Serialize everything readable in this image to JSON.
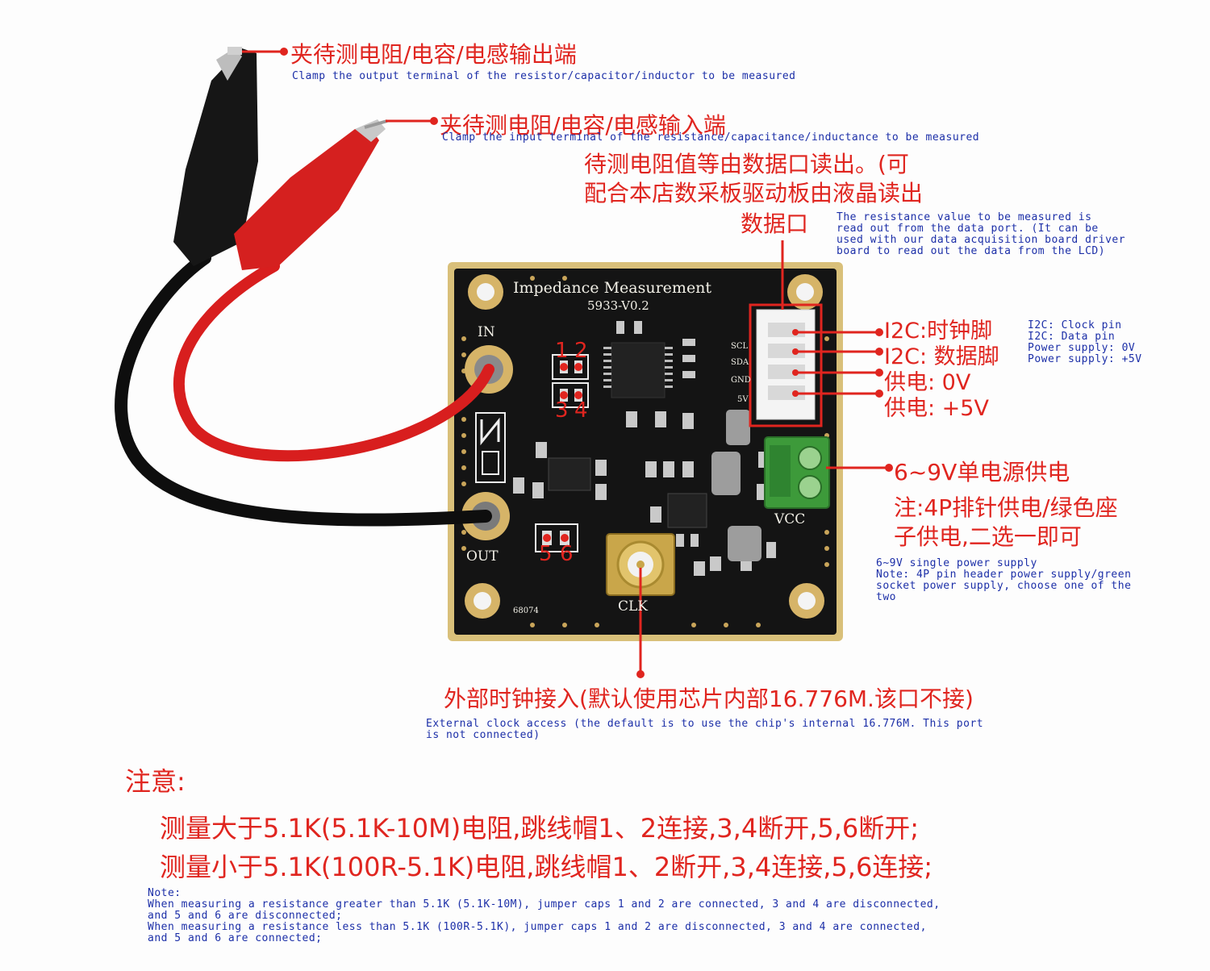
{
  "labels": {
    "clamp_output_zh": "夹待测电阻/电容/电感输出端",
    "clamp_output_en": "Clamp the output terminal of the resistor/capacitor/inductor to be measured",
    "clamp_input_zh": "夹待测电阻/电容/电感输入端",
    "clamp_input_en": "Clamp the input terminal of the resistance/capacitance/inductance to be measured",
    "data_port_zh_1": "待测电阻值等由数据口读出。(可",
    "data_port_zh_2": "配合本店数采板驱动板由液晶读出",
    "data_port_zh_3": "数据口",
    "data_port_en": "The resistance value to be measured is\nread out from the data port. (It can be\nused with our data acquisition board driver\nboard to read out the data from the LCD)",
    "i2c_clock_zh": "I2C:时钟脚",
    "i2c_data_zh": "I2C: 数据脚",
    "power_0v_zh": "供电: 0V",
    "power_5v_zh": "供电: +5V",
    "pins_en": "I2C: Clock pin\nI2C: Data pin\nPower supply: 0V\nPower supply: +5V",
    "supply_zh": "6~9V单电源供电",
    "supply_note_zh_1": "注:4P排针供电/绿色座",
    "supply_note_zh_2": "子供电,二选一即可",
    "supply_en": "6~9V single power supply\nNote: 4P pin header power supply/green\nsocket power supply, choose one of the\ntwo",
    "clock_zh": "外部时钟接入(默认使用芯片内部16.776M.该口不接)",
    "clock_en": "External clock access (the default is to use the chip's internal 16.776M. This port\nis not connected)",
    "notice_title_zh": "注意:",
    "notice_line1_zh": "测量大于5.1K(5.1K-10M)电阻,跳线帽1、2连接,3,4断开,5,6断开;",
    "notice_line2_zh": "测量小于5.1K(100R-5.1K)电阻,跳线帽1、2断开,3,4连接,5,6连接;",
    "notice_en": "Note:\nWhen measuring a resistance greater than 5.1K (5.1K-10M), jumper caps 1 and 2 are connected, 3 and 4 are disconnected,\nand 5 and 6 are disconnected;\nWhen measuring a resistance less than 5.1K (100R-5.1K), jumper caps 1 and 2 are disconnected, 3 and 4 are connected,\nand 5 and 6 are connected;"
  },
  "board": {
    "title": "Impedance Measurement",
    "version": "5933-V0.2",
    "in_label": "IN",
    "out_label": "OUT",
    "clk_label": "CLK",
    "vcc_label": "VCC",
    "serial": "68074",
    "pin_scl": "SCL",
    "pin_sda": "SDA",
    "pin_gnd": "GND",
    "pin_5v": "5V"
  },
  "jumpers": {
    "j1": "1",
    "j2": "2",
    "j3": "3",
    "j4": "4",
    "j5": "5",
    "j6": "6"
  },
  "colors": {
    "annotation_red": "#e0251f",
    "annotation_blue": "#1c2fa8",
    "pcb": "#141414",
    "gold": "#c9a55a",
    "terminal_green": "#3d9a3a"
  }
}
